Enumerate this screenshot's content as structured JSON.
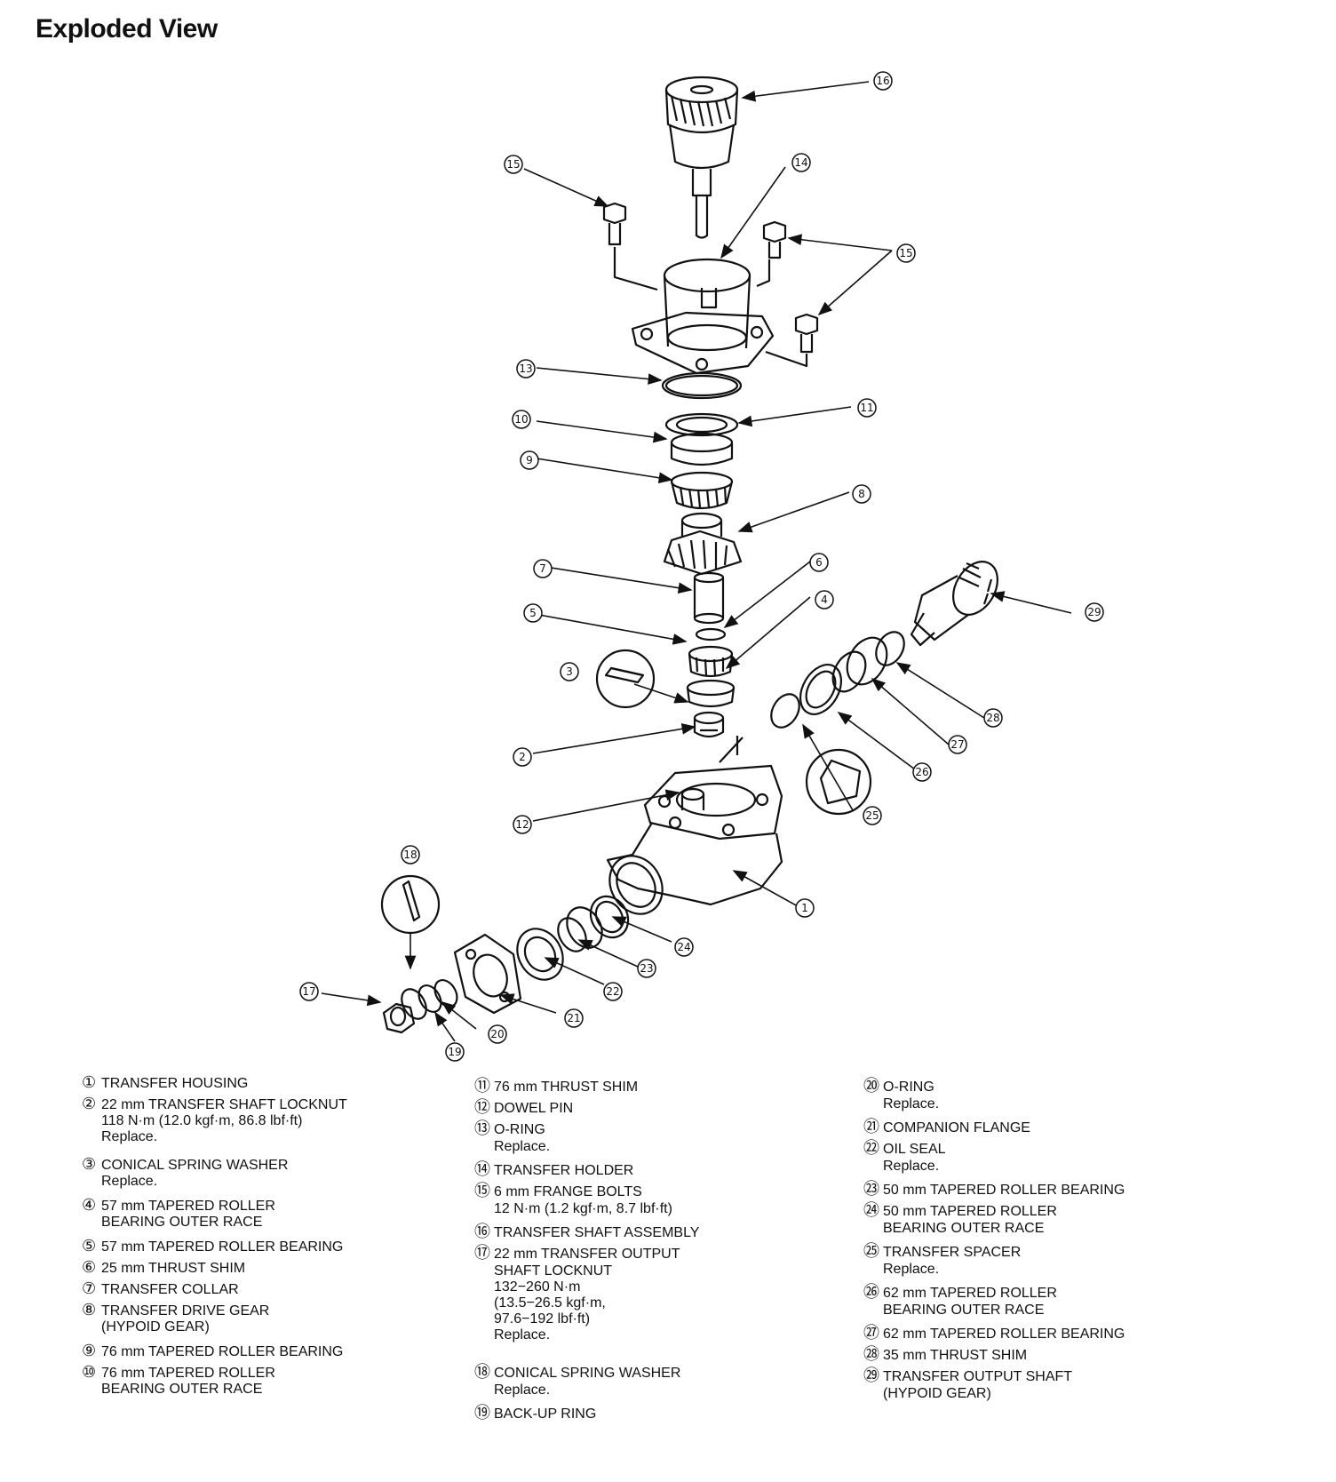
{
  "title": "Exploded View",
  "callouts": [
    {
      "n": "1"
    },
    {
      "n": "2"
    },
    {
      "n": "3"
    },
    {
      "n": "4"
    },
    {
      "n": "5"
    },
    {
      "n": "6"
    },
    {
      "n": "7"
    },
    {
      "n": "8"
    },
    {
      "n": "9"
    },
    {
      "n": "10"
    },
    {
      "n": "11"
    },
    {
      "n": "12"
    },
    {
      "n": "13"
    },
    {
      "n": "14"
    },
    {
      "n": "15"
    },
    {
      "n": "15"
    },
    {
      "n": "16"
    },
    {
      "n": "17"
    },
    {
      "n": "18"
    },
    {
      "n": "19"
    },
    {
      "n": "20"
    },
    {
      "n": "21"
    },
    {
      "n": "22"
    },
    {
      "n": "23"
    },
    {
      "n": "24"
    },
    {
      "n": "25"
    },
    {
      "n": "26"
    },
    {
      "n": "27"
    },
    {
      "n": "28"
    },
    {
      "n": "29"
    }
  ],
  "legend": [
    {
      "num": "①",
      "lines": [
        "TRANSFER HOUSING"
      ]
    },
    {
      "num": "②",
      "lines": [
        "22 mm TRANSFER SHAFT LOCKNUT",
        "118 N·m (12.0 kgf·m, 86.8 lbf·ft)"
      ],
      "note": "Replace."
    },
    {
      "num": "③",
      "lines": [
        "CONICAL SPRING WASHER"
      ],
      "note": "Replace."
    },
    {
      "num": "④",
      "lines": [
        "57 mm TAPERED ROLLER",
        "BEARING OUTER RACE"
      ]
    },
    {
      "num": "⑤",
      "lines": [
        "57 mm TAPERED ROLLER BEARING"
      ]
    },
    {
      "num": "⑥",
      "lines": [
        "25 mm THRUST SHIM"
      ]
    },
    {
      "num": "⑦",
      "lines": [
        "TRANSFER COLLAR"
      ]
    },
    {
      "num": "⑧",
      "lines": [
        "TRANSFER DRIVE GEAR",
        "(HYPOID GEAR)"
      ]
    },
    {
      "num": "⑨",
      "lines": [
        "76 mm TAPERED ROLLER BEARING"
      ]
    },
    {
      "num": "⑩",
      "lines": [
        "76 mm TAPERED ROLLER",
        "BEARING OUTER RACE"
      ]
    },
    {
      "num": "⑪",
      "lines": [
        "76 mm THRUST SHIM"
      ]
    },
    {
      "num": "⑫",
      "lines": [
        "DOWEL PIN"
      ]
    },
    {
      "num": "⑬",
      "lines": [
        "O-RING"
      ],
      "note": "Replace."
    },
    {
      "num": "⑭",
      "lines": [
        "TRANSFER HOLDER"
      ]
    },
    {
      "num": "⑮",
      "lines": [
        "6 mm FRANGE BOLTS",
        "12 N·m (1.2 kgf·m, 8.7 lbf·ft)"
      ]
    },
    {
      "num": "⑯",
      "lines": [
        "TRANSFER SHAFT ASSEMBLY"
      ]
    },
    {
      "num": "⑰",
      "lines": [
        "22 mm TRANSFER OUTPUT",
        "SHAFT LOCKNUT",
        "132−260 N·m",
        "(13.5−26.5 kgf·m,",
        "97.6−192 lbf·ft)"
      ],
      "note": "Replace."
    },
    {
      "num": "⑱",
      "lines": [
        "CONICAL SPRING WASHER"
      ],
      "note": "Replace."
    },
    {
      "num": "⑲",
      "lines": [
        "BACK-UP RING"
      ]
    },
    {
      "num": "⑳",
      "lines": [
        "O-RING"
      ],
      "note": "Replace."
    },
    {
      "num": "㉑",
      "lines": [
        "COMPANION FLANGE"
      ]
    },
    {
      "num": "㉒",
      "lines": [
        "OIL SEAL"
      ],
      "note": "Replace."
    },
    {
      "num": "㉓",
      "lines": [
        "50 mm TAPERED ROLLER BEARING"
      ]
    },
    {
      "num": "㉔",
      "lines": [
        "50 mm TAPERED ROLLER",
        "BEARING OUTER RACE"
      ]
    },
    {
      "num": "㉕",
      "lines": [
        "TRANSFER SPACER"
      ],
      "note": "Replace."
    },
    {
      "num": "㉖",
      "lines": [
        "62 mm TAPERED ROLLER",
        "BEARING OUTER RACE"
      ]
    },
    {
      "num": "㉗",
      "lines": [
        "62 mm TAPERED ROLLER BEARING"
      ]
    },
    {
      "num": "㉘",
      "lines": [
        "35 mm THRUST SHIM"
      ]
    },
    {
      "num": "㉙",
      "lines": [
        "TRANSFER OUTPUT SHAFT",
        "(HYPOID GEAR)"
      ]
    }
  ]
}
